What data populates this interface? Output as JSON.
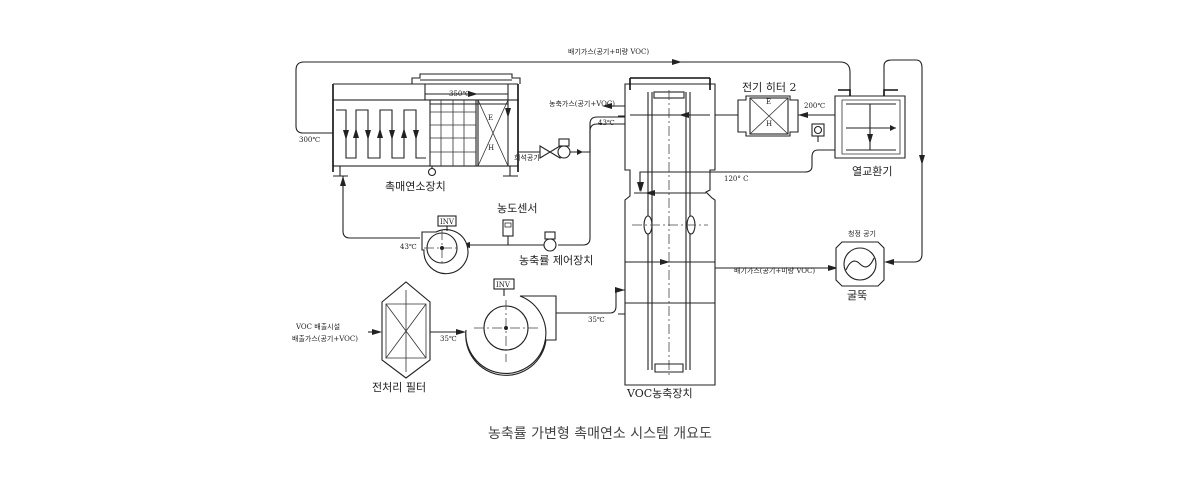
{
  "caption": "농축률 가변형 촉매연소 시스템 개요도",
  "labels": {
    "exhaust_top": "배기가스(공기+미량 VOC)",
    "exhaust_right": "배기가스(공기+미량 VOC)",
    "conc_gas": "농축가스(공기+VOC)",
    "catalytic_unit": "촉매연소장치",
    "heat_exchanger": "열교환기",
    "electric_heater": "전기 히터 2",
    "conc_sensor": "농도센서",
    "conc_controller": "농축률 제어장치",
    "voc_concentrator": "VOC농축장치",
    "stack": "굴뚝",
    "clean_air": "청정 공기",
    "pre_filter": "전처리 필터",
    "voc_source_1": "VOC 배출시설",
    "voc_source_2": "배출가스(공기+VOC)",
    "dilution_air": "희석공기",
    "inv_1": "INV",
    "inv_2": "INV",
    "heater_e": "E",
    "heater_h": "H",
    "cat_e": "E",
    "cat_h": "H"
  },
  "temperatures": {
    "t350": "350℃",
    "t300": "300℃",
    "t200": "200℃",
    "t43_conc": "43℃",
    "t43_fan": "43℃",
    "t120": "120° C",
    "t35_filter": "35℃",
    "t35_fan": "35℃"
  }
}
